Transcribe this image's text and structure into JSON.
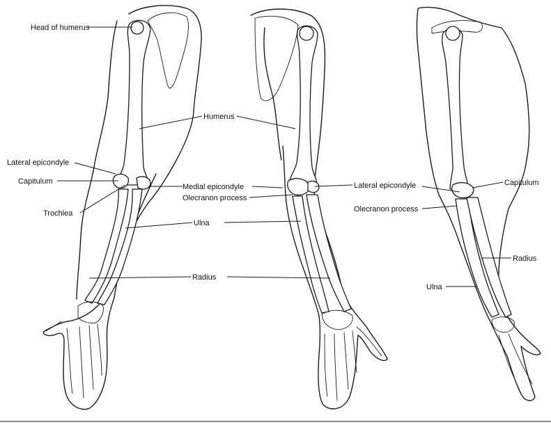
{
  "labels": {
    "head_of_humerus": "Head of humerus",
    "humerus": "Humerus",
    "lateral_epicondyle_left": "Lateral epicondyle",
    "capitulum_left": "Capitulum",
    "trochlea": "Trochlea",
    "medial_epicondyle": "Medial epicondyle",
    "olecranon_process_mid": "Olecranon process",
    "lateral_epicondyle_mid": "Lateral epicondyle",
    "capitulum_right": "Capitulum",
    "olecranon_process_right": "Olecranon process",
    "ulna_center": "Ulna",
    "radius_center": "Radius",
    "radius_right": "Radius",
    "ulna_right": "Ulna"
  },
  "colors": {
    "ink": "#1a1a1a",
    "paper": "#ffffff"
  }
}
